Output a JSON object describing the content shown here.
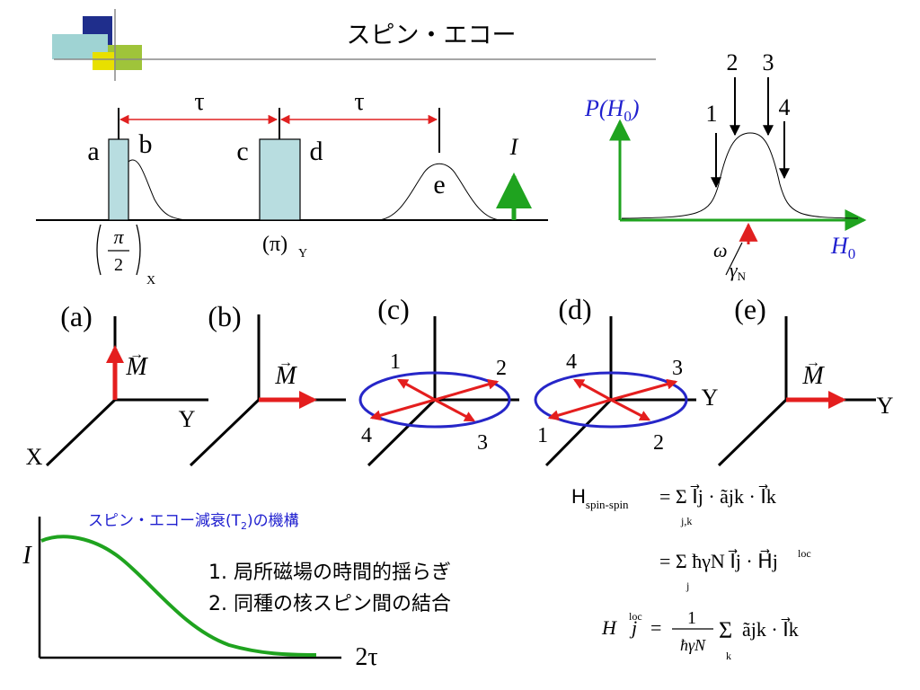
{
  "title": "スピン・エコー",
  "pulse_sequence": {
    "tau_left": "τ",
    "tau_right": "τ",
    "markers": [
      "a",
      "b",
      "c",
      "d",
      "e"
    ],
    "pulse1_numerator": "π",
    "pulse1_denominator": "2",
    "pulse1_axis": "X",
    "pulse2_symbol": "(π)",
    "pulse2_axis": "Y",
    "intensity_label": "I"
  },
  "field_distribution": {
    "ylabel": "P(H",
    "ylabel_sub": "0",
    "ylabel_close": ")",
    "xlabel": "H",
    "xlabel_sub": "0",
    "arrow_labels": [
      "1",
      "2",
      "3",
      "4"
    ],
    "center_omega": "ω",
    "center_gamma": "γ",
    "center_gamma_sub": "N"
  },
  "panels": [
    {
      "label": "(a)",
      "vector": "M",
      "axis_y": "Y",
      "axis_x": "X"
    },
    {
      "label": "(b)",
      "vector": "M"
    },
    {
      "label": "(c)",
      "numbers": [
        "1",
        "2",
        "3",
        "4"
      ]
    },
    {
      "label": "(d)",
      "numbers": [
        "4",
        "3",
        "1",
        "2"
      ],
      "axis_y": "Y"
    },
    {
      "label": "(e)",
      "vector": "M",
      "axis_y": "Y"
    }
  ],
  "decay": {
    "title": "スピン・エコー減衰(T",
    "title_sub": "2",
    "title_end": ")の機構",
    "ylabel": "I",
    "xlabel": "2τ",
    "items": [
      "1. 局所磁場の時間的揺らぎ",
      "2. 同種の核スピン間の結合"
    ]
  },
  "colors": {
    "pulse_fill": "#b8dde0",
    "tau_arrow": "#e02020",
    "green": "#1fa31f",
    "blue": "#1f1fcf",
    "vector_red": "#e41e1e",
    "ellipse_blue": "#2626c8",
    "logo_yellow": "#e8e000",
    "logo_navy": "#1f2e8c",
    "logo_teal": "#9fd3d3",
    "logo_green": "#9fc43a"
  },
  "formulas": {
    "line1_lhs": "H",
    "line1_lhs_sub": "spin-spin",
    "line1_rhs": "= Σ I⃗j · ãjk · I⃗k",
    "line1_sum_index": "j,k",
    "line2_rhs": "= Σ ħγN I⃗j · H⃗j",
    "line2_sum_index": "j",
    "line2_sup": "loc",
    "line3_lhs": "H⃗j",
    "line3_lhs_sup": "loc",
    "line3_numerator": "1",
    "line3_denominator": "ħγN",
    "line3_sum_index": "k",
    "line3_rhs": "ãjk · I⃗k"
  }
}
